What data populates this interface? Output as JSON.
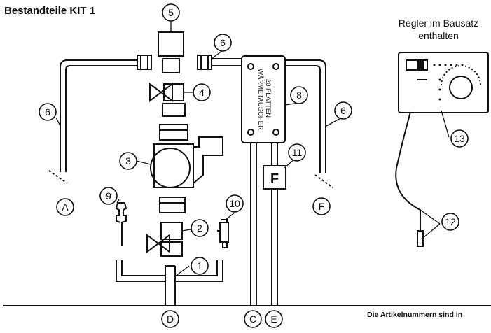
{
  "title": "Bestandteile KIT 1",
  "controller_note": {
    "line1": "Regler im Bausatz",
    "line2": "enthalten"
  },
  "footnote": "Die Artikelnummern sind in",
  "heat_exchanger_label": {
    "line1": "20 PLATTEN-",
    "line2": "WÄRMETAUSCHER"
  },
  "flow_meter_symbol": "F",
  "part_numbers": [
    "1",
    "2",
    "3",
    "4",
    "5",
    "6",
    "8",
    "9",
    "10",
    "11",
    "12",
    "13"
  ],
  "connection_letters": [
    "A",
    "C",
    "D",
    "E",
    "F"
  ]
}
